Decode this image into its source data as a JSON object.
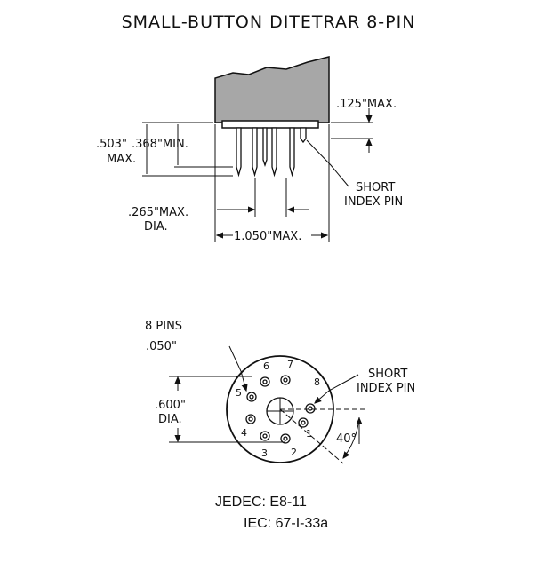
{
  "title": "SMALL-BUTTON DITETRAR 8-PIN",
  "side_view": {
    "dim_125": ".125\"MAX.",
    "dim_503": ".503\"",
    "dim_503_max": "MAX.",
    "dim_368": ".368\"MIN.",
    "short_index_pin_line1": "SHORT",
    "short_index_pin_line2": "INDEX PIN",
    "dim_265": ".265\"MAX.",
    "dim_265_dia": "DIA.",
    "dim_1050": "1.050\"MAX."
  },
  "bottom_view": {
    "pins_count": "8 PINS",
    "pin_dia": ".050\"",
    "dim_600": ".600\"",
    "dim_600_dia": "DIA.",
    "short_index_pin_line1": "SHORT",
    "short_index_pin_line2": "INDEX PIN",
    "angle": "40°",
    "pin_numbers": [
      "1",
      "2",
      "3",
      "4",
      "5",
      "6",
      "7",
      "8"
    ]
  },
  "standards": {
    "jedec": "JEDEC: E8-11",
    "iec": "IEC: 67-I-33a"
  }
}
